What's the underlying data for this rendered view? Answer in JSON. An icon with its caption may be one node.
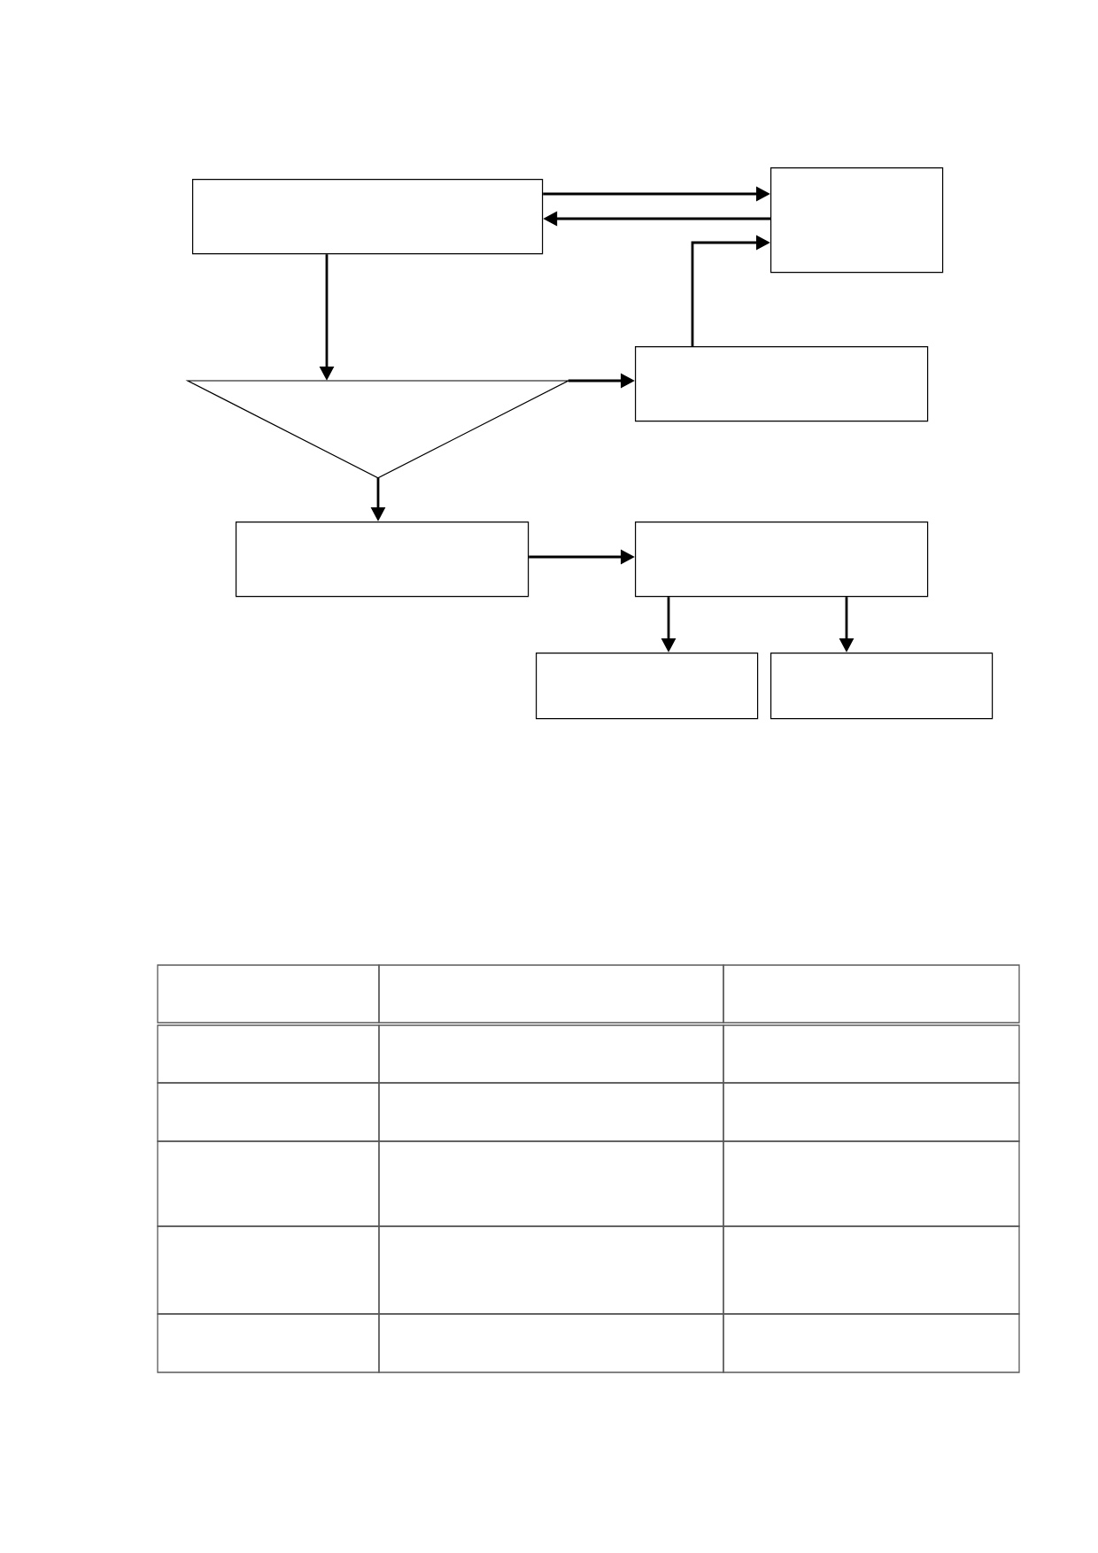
{
  "diagram": {
    "nodes": [
      {
        "text": [],
        "shape": "box"
      },
      {
        "text": [],
        "shape": "box"
      },
      {
        "text": [],
        "shape": "triangle"
      },
      {
        "text": [],
        "shape": "box"
      },
      {
        "text": [],
        "shape": "box"
      },
      {
        "text": [],
        "shape": "box"
      },
      {
        "text": [],
        "shape": "box"
      },
      {
        "text": [],
        "shape": "box"
      }
    ],
    "edges": [
      {
        "from": 0,
        "to": 1,
        "arrow": "to"
      },
      {
        "from": 1,
        "to": 0,
        "arrow": "to"
      },
      {
        "from": 3,
        "to": 1,
        "arrow": "to"
      },
      {
        "from": 0,
        "to": 2,
        "arrow": "to"
      },
      {
        "from": 2,
        "to": 3,
        "arrow": "to"
      },
      {
        "from": 2,
        "to": 4,
        "arrow": "to"
      },
      {
        "from": 4,
        "to": 5,
        "arrow": "to"
      },
      {
        "from": 5,
        "to": 6,
        "arrow": "to"
      },
      {
        "from": 5,
        "to": 7,
        "arrow": "to"
      }
    ]
  }
}
